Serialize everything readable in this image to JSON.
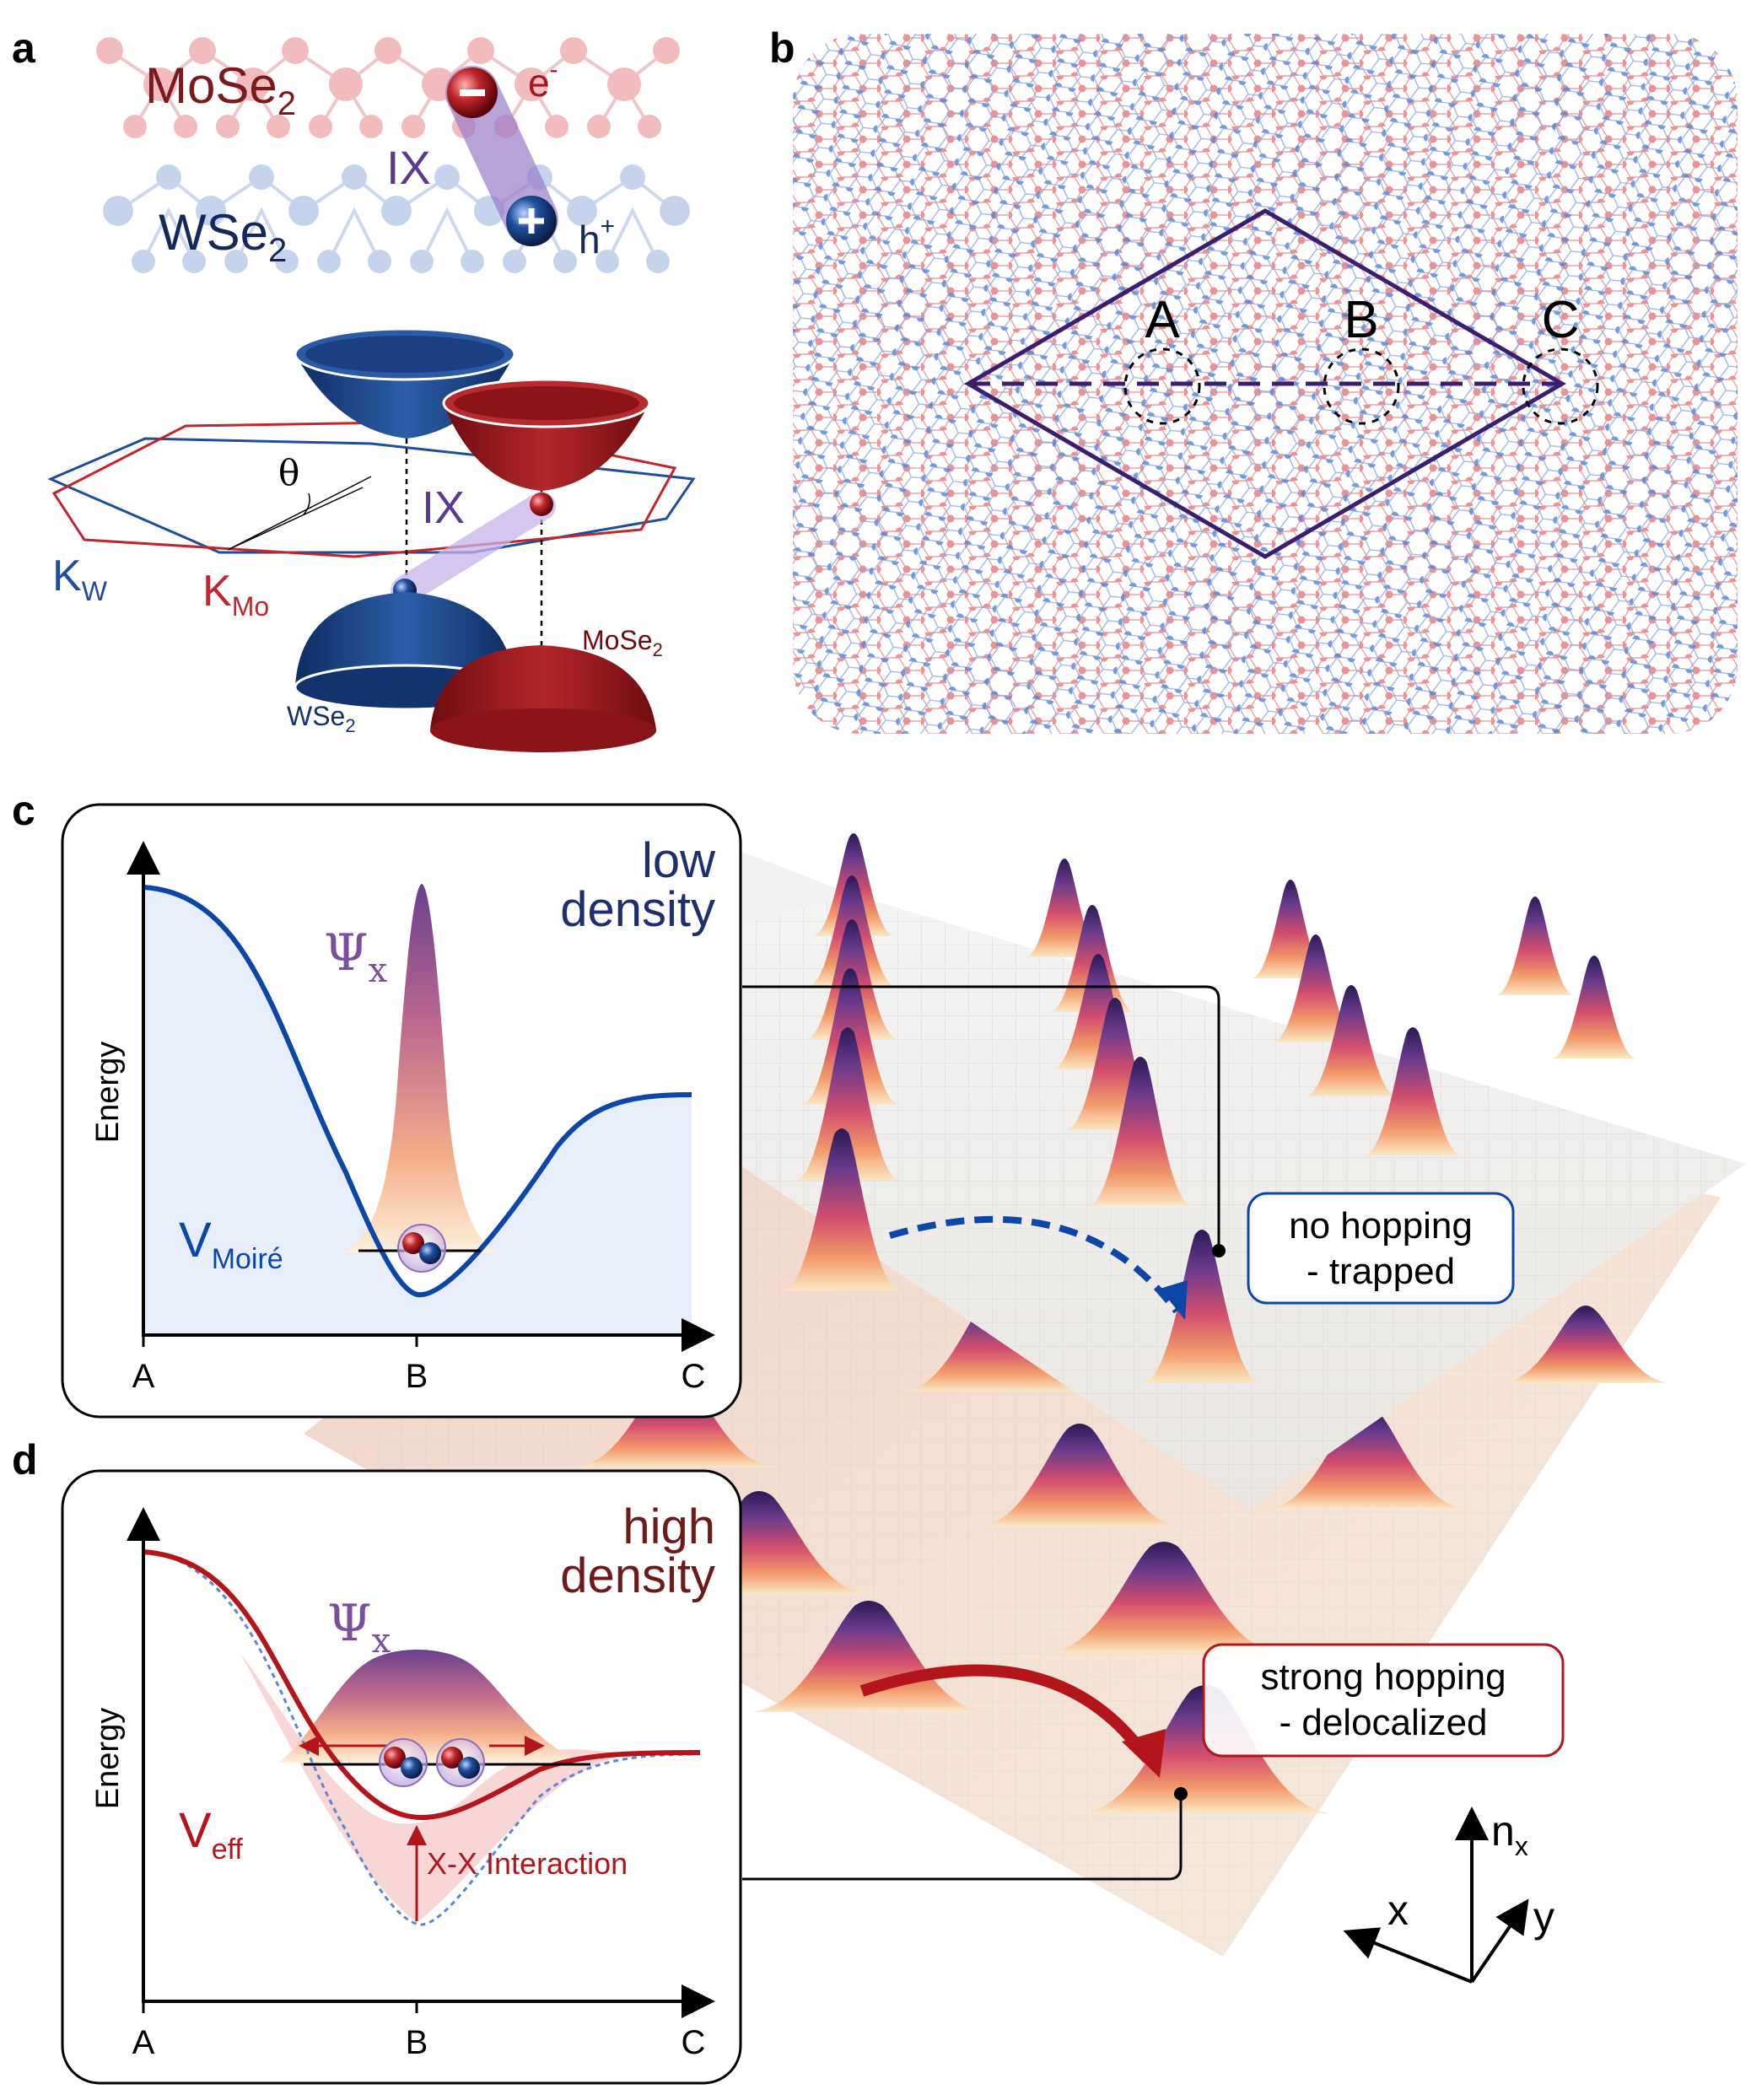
{
  "panel_letters": {
    "a": "a",
    "b": "b",
    "c": "c",
    "d": "d"
  },
  "panel_a": {
    "mose2_base": "MoSe",
    "mose2_sub": "2",
    "wse2_base": "WSe",
    "wse2_sub": "2",
    "electron_base": "e",
    "electron_sup": "-",
    "hole_base": "h",
    "hole_sup": "+",
    "ix_top": "IX",
    "ix_bottom": "IX",
    "theta": "θ",
    "kw_base": "K",
    "kw_sub": "W",
    "kmo_base": "K",
    "kmo_sub": "Mo",
    "band_mose2_base": "MoSe",
    "band_mose2_sub": "2",
    "band_wse2_base": "WSe",
    "band_wse2_sub": "2",
    "colors": {
      "mose2": "#c0392b",
      "wse2": "#1f4e8c",
      "ix": "#6a4c9c"
    }
  },
  "panel_b": {
    "point_a": "A",
    "point_b": "B",
    "point_c": "C",
    "colors": {
      "lattice_red": "#e8868c",
      "lattice_blue": "#5b87d6",
      "cell": "#3b1f6e"
    }
  },
  "panel_c": {
    "title_line1": "low",
    "title_line2": "density",
    "y_label": "Energy",
    "x_ticks": [
      "A",
      "B",
      "C"
    ],
    "psi_base": "Ψ",
    "psi_sub": "x",
    "potential_base": "V",
    "potential_sub": "Moiré",
    "callout_line1": "no hopping",
    "callout_line2": "- trapped",
    "colors": {
      "curve": "#0b47a8",
      "fill": "#e8eef9",
      "title": "#1d2f6f"
    }
  },
  "panel_d": {
    "title_line1": "high",
    "title_line2": "density",
    "y_label": "Energy",
    "x_ticks": [
      "A",
      "B",
      "C"
    ],
    "psi_base": "Ψ",
    "psi_sub": "x",
    "potential_base": "V",
    "potential_sub": "eff",
    "interaction": "X-X Interaction",
    "callout_line1": "strong hopping",
    "callout_line2": "- delocalized",
    "colors": {
      "curve": "#b3151b",
      "fill": "#f9d6d6",
      "title": "#6d1a1a"
    }
  },
  "axes3d": {
    "nx_base": "n",
    "nx_sub": "x",
    "x": "x",
    "y": "y"
  }
}
